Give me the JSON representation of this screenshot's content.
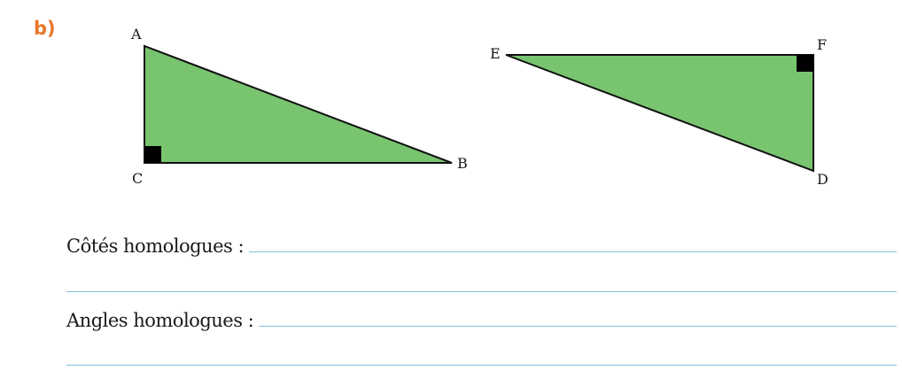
{
  "exercise": {
    "part_label": "b)"
  },
  "triangle_abc": {
    "vertices": {
      "a": "A",
      "b": "B",
      "c": "C"
    },
    "right_angle_at": "C",
    "fill_color": "#78c46f"
  },
  "triangle_efd": {
    "vertices": {
      "e": "E",
      "f": "F",
      "d": "D"
    },
    "right_angle_at": "F",
    "fill_color": "#78c46f"
  },
  "answer_lines": {
    "sides_label": "Côtés homologues :",
    "angles_label": "Angles homologues :",
    "line_color": "#7fc3df"
  },
  "colors": {
    "accent": "#e8762b"
  }
}
